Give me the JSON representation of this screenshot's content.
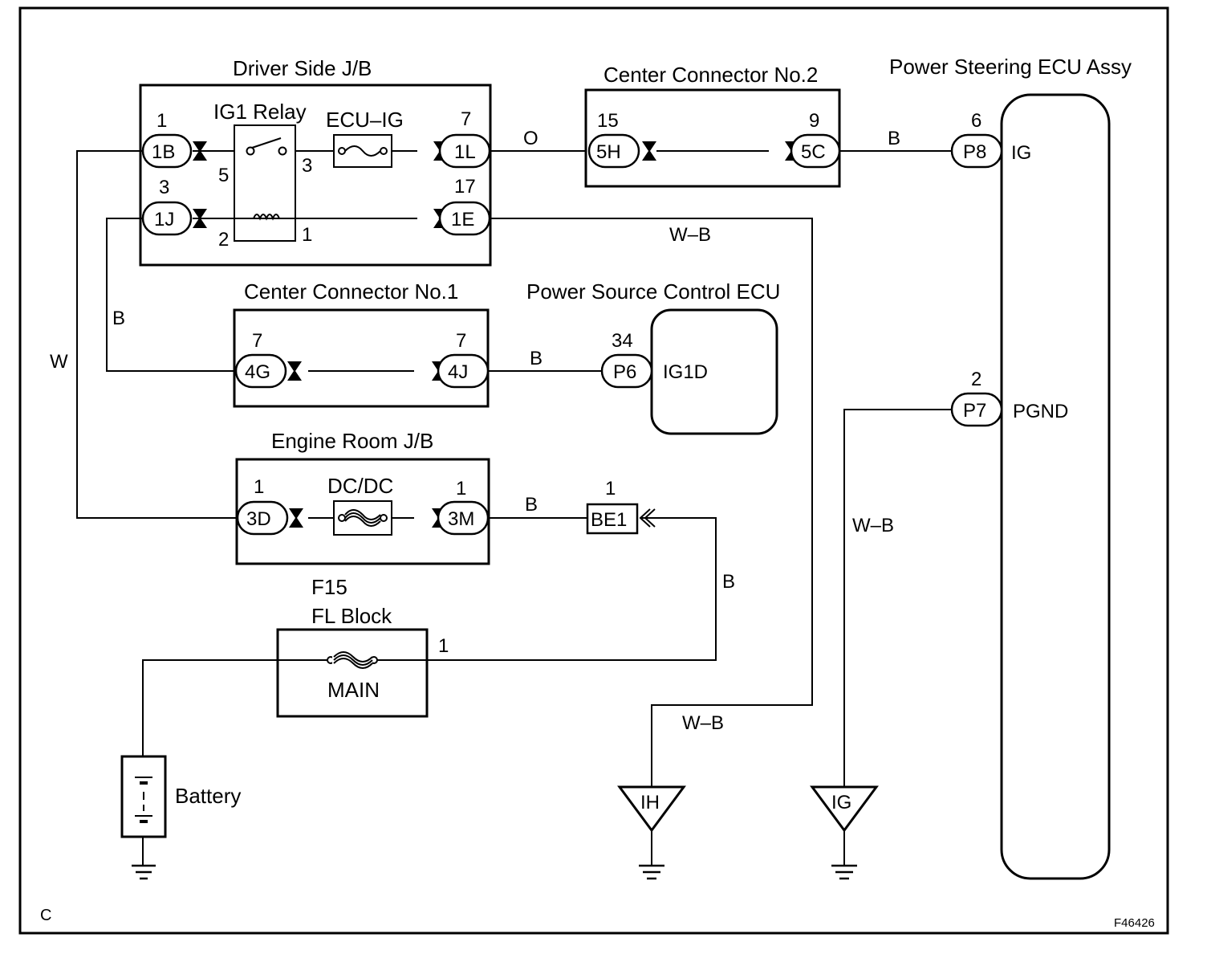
{
  "title": "",
  "blocks": {
    "driver_jb": "Driver Side J/B",
    "ig1_relay": "IG1 Relay",
    "ecu_ig": "ECU–IG",
    "center_conn_2": "Center Connector No.2",
    "ps_ecu": "Power Steering ECU Assy",
    "center_conn_1": "Center Connector No.1",
    "power_source_ecu": "Power Source Control ECU",
    "engine_room_jb": "Engine Room J/B",
    "dcdc": "DC/DC",
    "f15": "F15",
    "fl_block": "FL Block",
    "main": "MAIN",
    "battery": "Battery"
  },
  "connectors": {
    "c1B": "1B",
    "c1J": "1J",
    "c1L": "1L",
    "c1E": "1E",
    "c5H": "5H",
    "c5C": "5C",
    "cP8": "P8",
    "cP7": "P7",
    "c4G": "4G",
    "c4J": "4J",
    "cP6": "P6",
    "c3D": "3D",
    "c3M": "3M",
    "cBE1": "BE1"
  },
  "pins": {
    "p1B": "1",
    "p1J": "3",
    "p1L": "7",
    "p1E": "17",
    "relay5": "5",
    "relay3": "3",
    "relay2": "2",
    "relay1": "1",
    "p5H": "15",
    "p5C": "9",
    "pP8": "6",
    "pP7": "2",
    "p4G": "7",
    "p4J": "7",
    "pP6": "34",
    "p3D": "1",
    "p3M": "1",
    "pBE1": "1",
    "pFL": "1"
  },
  "terminals": {
    "ig": "IG",
    "pgnd": "PGND",
    "ig1d": "IG1D"
  },
  "wires": {
    "o": "O",
    "b_top": "B",
    "wb_top": "W–B",
    "b_left": "B",
    "w_left": "W",
    "b_mid": "B",
    "b_er": "B",
    "b_right": "B",
    "wb_lower": "W–B",
    "wb_right": "W–B"
  },
  "grounds": {
    "ih": "IH",
    "ig": "IG"
  },
  "corner_left": "C",
  "figure_id": "F46426"
}
